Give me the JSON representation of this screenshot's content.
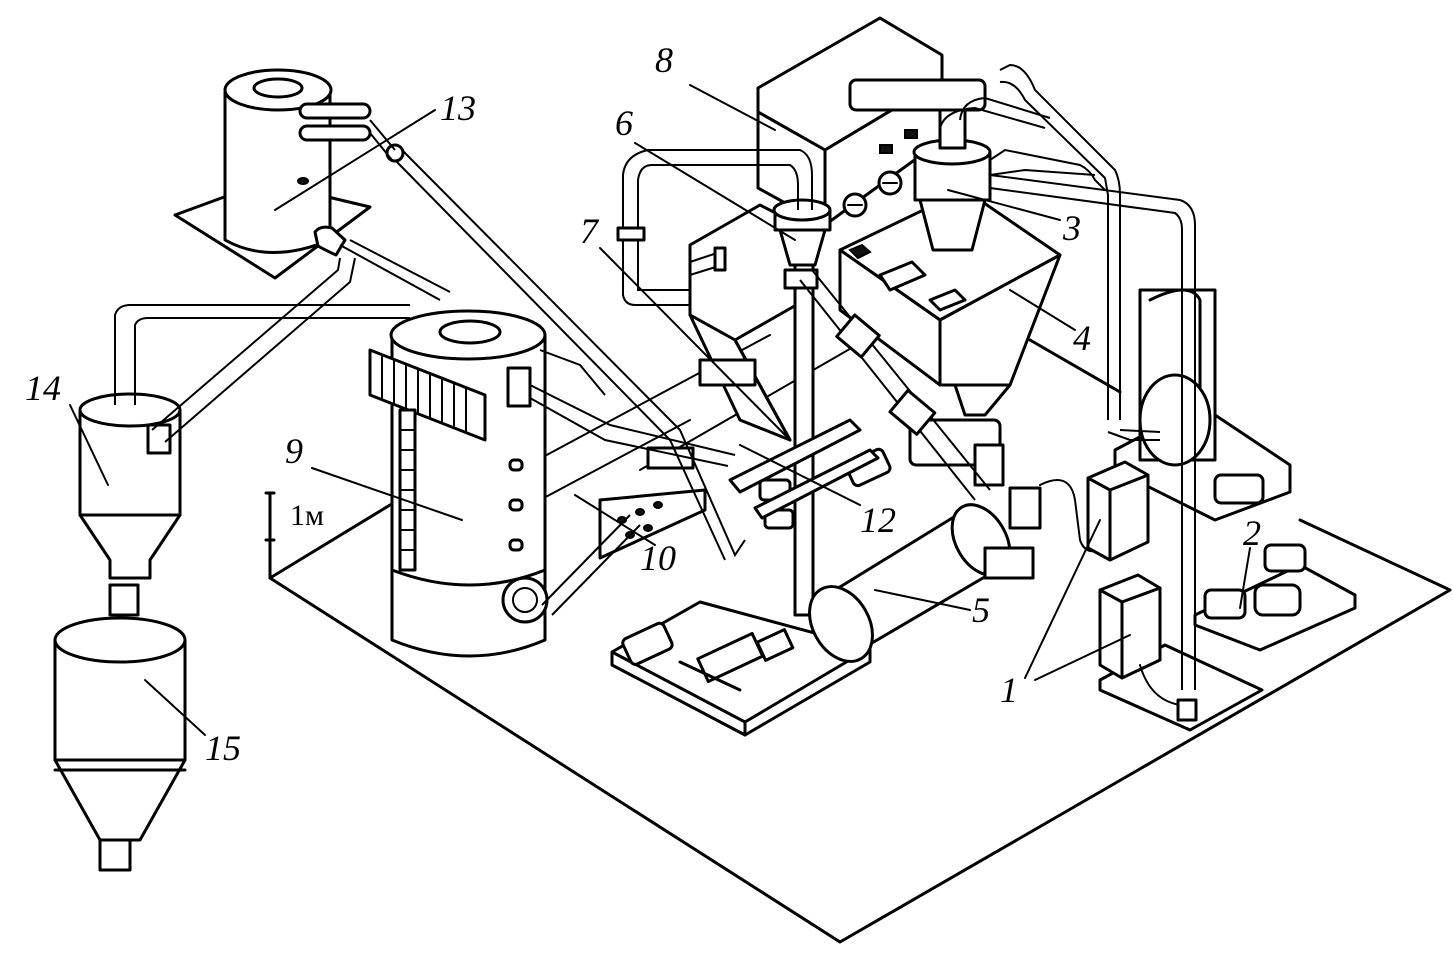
{
  "labels": {
    "n1": "1",
    "n2": "2",
    "n3": "3",
    "n4": "4",
    "n5": "5",
    "n6": "6",
    "n7": "7",
    "n8": "8",
    "n9": "9",
    "n10": "10",
    "n12": "12",
    "n13": "13",
    "n14": "14",
    "n15": "15"
  },
  "scale_label": "1м"
}
